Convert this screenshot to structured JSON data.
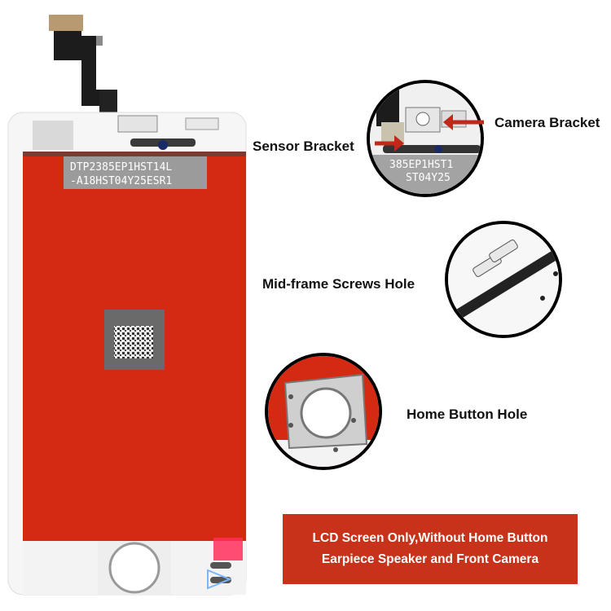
{
  "labels": {
    "camera_bracket": "Camera Bracket",
    "sensor_bracket": "Sensor Bracket",
    "mid_frame_screws_hole": "Mid-frame Screws Hole",
    "home_button_hole": "Home Button Hole"
  },
  "caption": {
    "line1": "LCD Screen Only,Without Home Button",
    "line2": "Earpiece Speaker and Front Camera"
  },
  "panel_print": {
    "line1": "DTP2385EP1HST14L",
    "line2": "-A18HST04Y25ESR1"
  },
  "zoom_print": {
    "line1": "385EP1HST1",
    "line2": "ST04Y25"
  },
  "colors": {
    "panel_red": "#d42a12",
    "caption_bg": "#c8321a",
    "frame_white": "#f6f6f6",
    "arrow_red": "#c0281a"
  }
}
